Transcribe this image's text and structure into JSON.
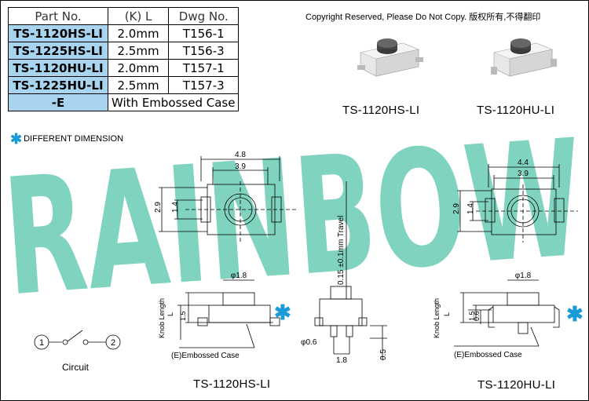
{
  "table": {
    "headers": [
      "Part No.",
      "(K) L",
      "Dwg No."
    ],
    "rows": [
      [
        "TS-1120HS-LI",
        "2.0mm",
        "T156-1"
      ],
      [
        "TS-1225HS-LI",
        "2.5mm",
        "T156-3"
      ],
      [
        "TS-1120HU-LI",
        "2.0mm",
        "T157-1"
      ],
      [
        "TS-1225HU-LI",
        "2.5mm",
        "T157-3"
      ]
    ],
    "last_row": [
      "-E",
      "With Embossed Case"
    ]
  },
  "copyright": "Copyright Reserved, Please Do Not Copy. 版权所有,不得翻印",
  "different_dimension": "DIFFERENT DIMENSION",
  "watermark": "RAINBOW",
  "products": {
    "hs_label": "TS-1120HS-LI",
    "hu_label": "TS-1120HU-LI"
  },
  "dims": {
    "hs_width": "4.8",
    "hs_inner": "3.9",
    "hu_width": "4.4",
    "hu_inner": "3.9",
    "h29": "2.9",
    "h14": "1.4",
    "travel": "0.15 ±0.1mm Travel",
    "knob_dia": "φ1.8",
    "knob_length": "Knob Length",
    "l": "L",
    "h15": "1.5",
    "h06": "0.6",
    "pin_dia": "φ0.6",
    "pitch": "1.8",
    "h05": "0.5",
    "embossed": "(E)Embossed Case"
  },
  "circuit": {
    "label": "Circuit",
    "pin1": "1",
    "pin2": "2"
  },
  "colors": {
    "watermark": "#7fd3bf",
    "table_highlight": "#a8d4f0",
    "star": "#1a9ad6"
  }
}
